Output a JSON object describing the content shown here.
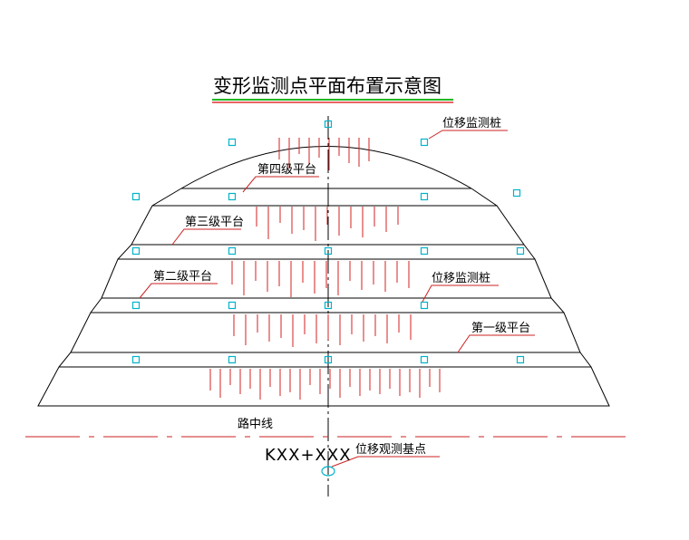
{
  "title": "变形监测点平面布置示意图",
  "labels": {
    "displacement_pile_top": "位移监测桩",
    "displacement_pile_mid": "位移监测桩",
    "platform_4": "第四级平台",
    "platform_3": "第三级平台",
    "platform_2": "第二级平台",
    "platform_1": "第一级平台",
    "road_centerline": "路中线",
    "station": "KXX+XXX",
    "base_point": "位移观测基点"
  },
  "colors": {
    "outline": "#000000",
    "marker": "#00b4c8",
    "tick": "#d42020",
    "leader": "#cc2222",
    "title_underline_red": "#e03030",
    "title_underline_green": "#22b822"
  }
}
